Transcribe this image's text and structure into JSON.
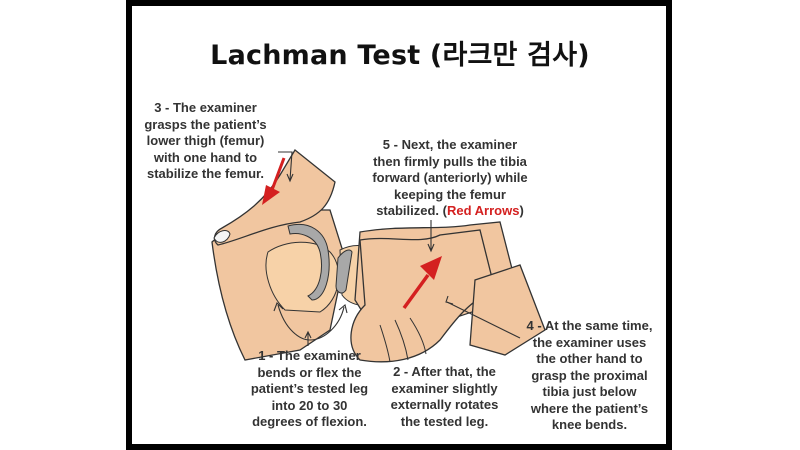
{
  "title": "Lachman Test (라크만 검사)",
  "colors": {
    "frame": "#000000",
    "skin": "#f1c6a0",
    "skin_light": "#f7d2a8",
    "bone_cap": "#a8a8a8",
    "arrow_red": "#d42020",
    "text": "#333333"
  },
  "steps": [
    {
      "number": "1",
      "lines": [
        "1 - The examiner",
        "bends or flex the",
        "patient’s tested leg",
        "into 20 to 30",
        "degrees of flexion."
      ]
    },
    {
      "number": "2",
      "lines": [
        "2 - After that, the",
        "examiner slightly",
        "externally rotates",
        "the tested leg."
      ]
    },
    {
      "number": "3",
      "lines": [
        "3 - The examiner",
        "grasps the patient’s",
        "lower thigh (femur)",
        "with one hand to",
        "stabilize the femur."
      ]
    },
    {
      "number": "4",
      "lines": [
        "4 - At the same time,",
        "the examiner uses",
        "the other hand to",
        "grasp the proximal",
        "tibia just below",
        "where the patient’s",
        "knee bends."
      ]
    },
    {
      "number": "5",
      "lines": [
        "5 - Next, the examiner",
        "then firmly pulls the tibia",
        "forward (anteriorly) while",
        "keeping the femur"
      ],
      "last_line_prefix": "stabilized. (",
      "last_line_highlight": "Red Arrows",
      "last_line_suffix": ")"
    }
  ],
  "icons": {
    "femur_arrow": "red-arrow-down-left",
    "tibia_arrow": "red-arrow-up-right",
    "flexion_arc": "double-headed-curved-arrow"
  }
}
